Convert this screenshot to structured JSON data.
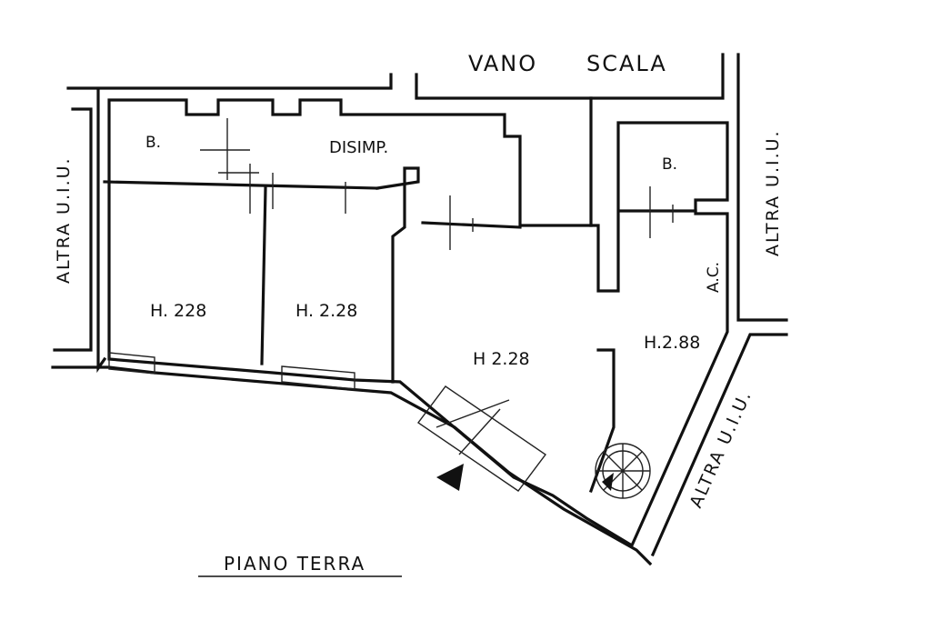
{
  "plan": {
    "stair_label_1": "VANO",
    "stair_label_2": "SCALA",
    "floor_label": "PIANO TERRA",
    "rooms": {
      "bath_left": "B.",
      "bath_right": "B.",
      "hall": "DISIMP.",
      "room_1_height": "H. 228",
      "room_2_height": "H. 2.28",
      "room_3_height": "H 2.28",
      "room_4_height": "H.2.88",
      "closet": "A.C."
    },
    "neighbours": {
      "left": "ALTRA U.I.U.",
      "right_top": "ALTRA U.I.U.",
      "right_bottom": "ALTRA U.I.U."
    }
  }
}
